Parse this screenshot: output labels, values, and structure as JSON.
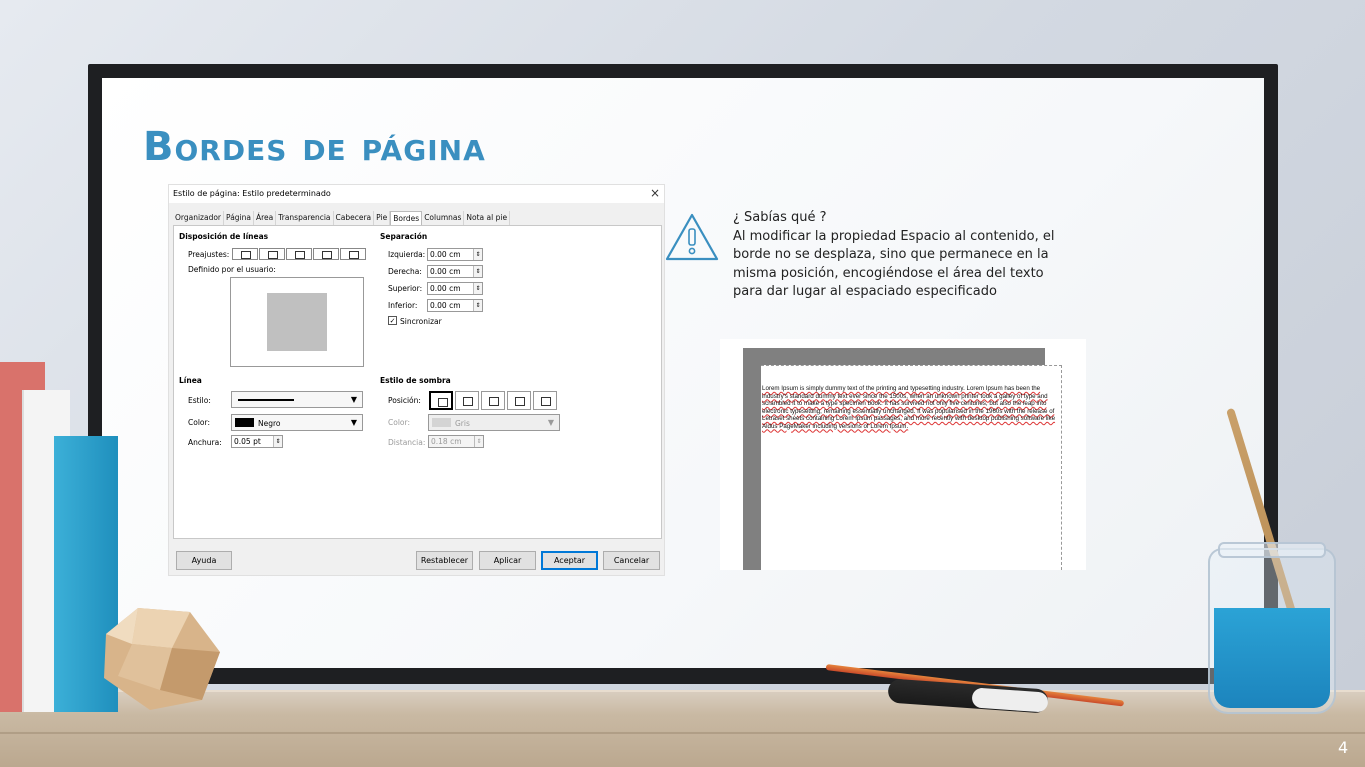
{
  "slide": {
    "title": "Bordes de página",
    "page_number": "4"
  },
  "dialog": {
    "title": "Estilo de página: Estilo predeterminado",
    "close": "×",
    "tabs": [
      "Organizador",
      "Página",
      "Área",
      "Transparencia",
      "Cabecera",
      "Pie",
      "Bordes",
      "Columnas",
      "Nota al pie"
    ],
    "active_tab": "Bordes",
    "line_arrangement": {
      "heading": "Disposición de líneas",
      "presets_label": "Preajustes:",
      "user_defined_label": "Definido por el usuario:"
    },
    "spacing": {
      "heading": "Separación",
      "left_label": "Izquierda:",
      "left_value": "0.00 cm",
      "right_label": "Derecha:",
      "right_value": "0.00 cm",
      "top_label": "Superior:",
      "top_value": "0.00 cm",
      "bottom_label": "Inferior:",
      "bottom_value": "0.00 cm",
      "sync_label": "Sincronizar",
      "sync_checked": true
    },
    "line": {
      "heading": "Línea",
      "style_label": "Estilo:",
      "color_label": "Color:",
      "color_value": "Negro",
      "width_label": "Anchura:",
      "width_value": "0.05 pt"
    },
    "shadow": {
      "heading": "Estilo de sombra",
      "position_label": "Posición:",
      "color_label": "Color:",
      "color_value": "Gris",
      "distance_label": "Distancia:",
      "distance_value": "0.18 cm"
    },
    "buttons": {
      "help": "Ayuda",
      "reset": "Restablecer",
      "apply": "Aplicar",
      "ok": "Aceptar",
      "cancel": "Cancelar"
    }
  },
  "tip": {
    "heading": "¿ Sabías qué ?",
    "body": "Al modificar la propiedad Espacio al contenido, el borde no se desplaza, sino que permanece en la misma posición, encogiéndose el área del texto para dar lugar al espaciado especificado"
  },
  "preview": {
    "text": "Lorem Ipsum is simply dummy text of the printing and typesetting industry. Lorem Ipsum has been the industry's standard dummy text ever since the 1500s, when an unknown printer took a galley of type and scrambled it to make a type specimen book. It has survived not only five centuries, but also the leap into electronic typesetting, remaining essentially unchanged. It was popularised in the 1960s with the release of Letraset sheets containing Lorem Ipsum passages, and more recently with desktop publishing software like Aldus PageMaker including versions of Lorem Ipsum."
  },
  "colors": {
    "title": "#3a8fc0",
    "board_frame": "#1e1f22",
    "accent_button": "#0078d7"
  }
}
